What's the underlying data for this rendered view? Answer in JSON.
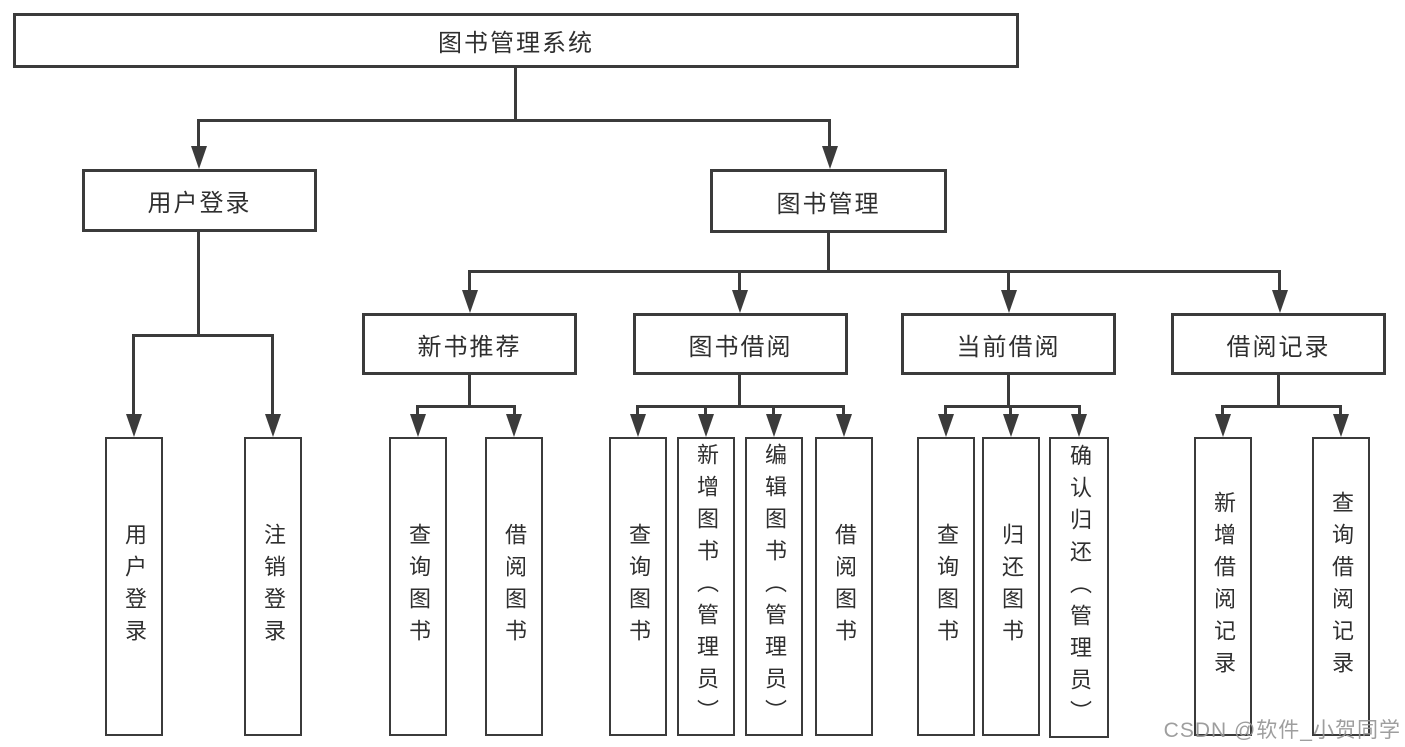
{
  "tree": {
    "root": {
      "label": "图书管理系统",
      "children": [
        {
          "label": "用户登录",
          "children": [
            {
              "label": "用户登录"
            },
            {
              "label": "注销登录"
            }
          ]
        },
        {
          "label": "图书管理",
          "children": [
            {
              "label": "新书推荐",
              "children": [
                {
                  "label": "查询图书"
                },
                {
                  "label": "借阅图书"
                }
              ]
            },
            {
              "label": "图书借阅",
              "children": [
                {
                  "label": "查询图书"
                },
                {
                  "label": "新增图书（管理员）"
                },
                {
                  "label": "编辑图书（管理员）"
                },
                {
                  "label": "借阅图书"
                }
              ]
            },
            {
              "label": "当前借阅",
              "children": [
                {
                  "label": "查询图书"
                },
                {
                  "label": "归还图书"
                },
                {
                  "label": "确认归还（管理员）"
                }
              ]
            },
            {
              "label": "借阅记录",
              "children": [
                {
                  "label": "新增借阅记录"
                },
                {
                  "label": "查询借阅记录"
                }
              ]
            }
          ]
        }
      ]
    }
  },
  "watermark": {
    "text": "CSDN @软件_小贺同学"
  },
  "colors": {
    "line": "#3b3b3b",
    "text": "#2f2f2f",
    "box_background": "#ffffff",
    "watermark": "#969696",
    "background": "#ffffff"
  }
}
